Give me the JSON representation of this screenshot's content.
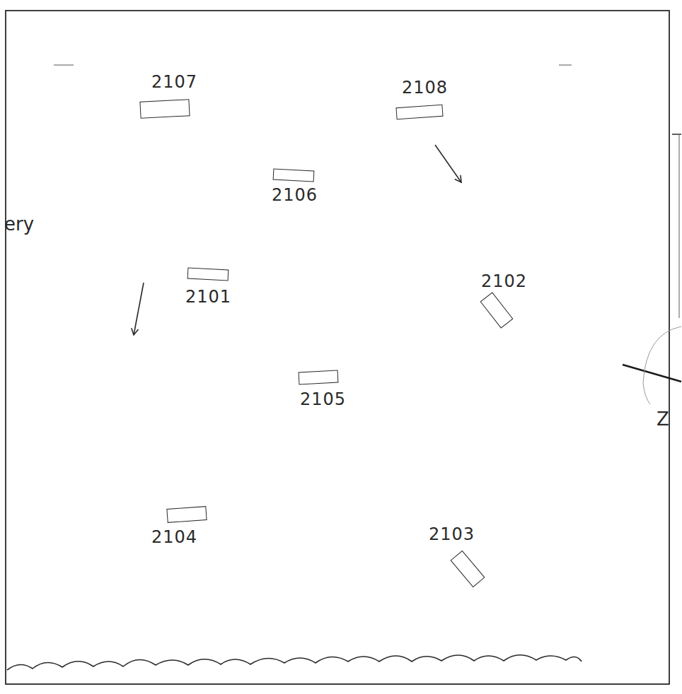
{
  "diagram": {
    "nodes": [
      {
        "text": [
          "2107"
        ]
      },
      {
        "text": [
          "2108"
        ]
      },
      {
        "text": [
          "2106"
        ]
      },
      {
        "text": [
          "2101"
        ]
      },
      {
        "text": [
          "2102"
        ]
      },
      {
        "text": [
          "2105"
        ]
      },
      {
        "text": [
          "2104"
        ]
      },
      {
        "text": [
          "2103"
        ]
      }
    ],
    "labels": [
      "ery",
      "Z"
    ]
  }
}
